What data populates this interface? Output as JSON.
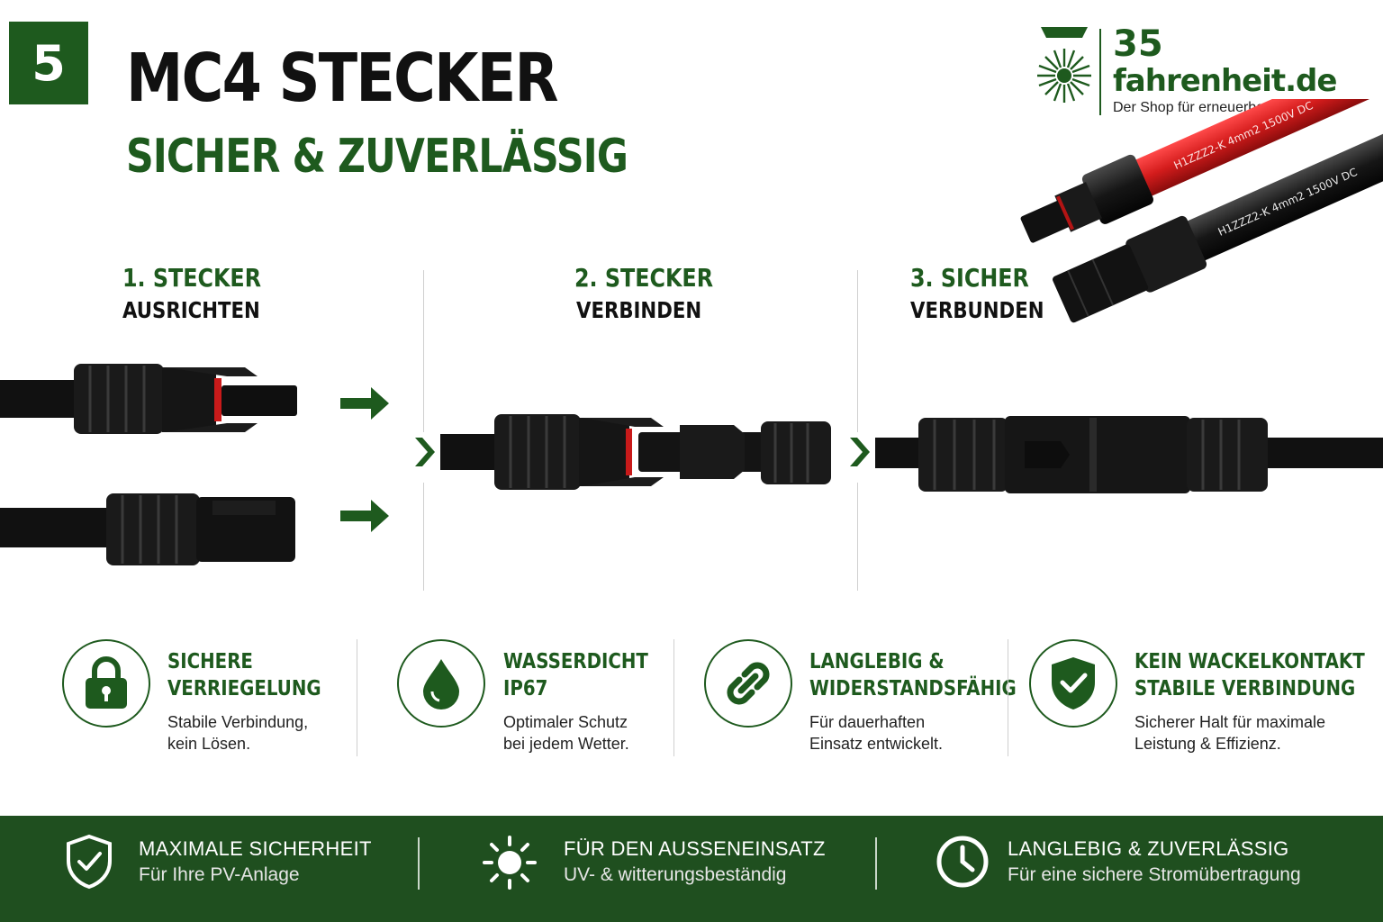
{
  "header": {
    "badge": "5",
    "title": "MC4 STECKER",
    "subtitle": "SICHER & ZUVERLÄSSIG"
  },
  "logo": {
    "number": "35",
    "name": "fahrenheit.de",
    "tagline": "Der Shop für erneuerbare Energie"
  },
  "cable_labels": {
    "red": "H1ZZZ2-K   4mm2   1500V DC",
    "black": "H1ZZZ2-K   4mm2   1500V DC"
  },
  "steps": [
    {
      "title": "1. STECKER",
      "subtitle": "AUSRICHTEN"
    },
    {
      "title": "2. STECKER",
      "subtitle": "VERBINDEN"
    },
    {
      "title": "3. SICHER",
      "subtitle": "VERBUNDEN"
    }
  ],
  "features": [
    {
      "icon": "lock-icon",
      "title1": "SICHERE",
      "title2": "VERRIEGELUNG",
      "desc1": "Stabile Verbindung,",
      "desc2": "kein Lösen."
    },
    {
      "icon": "water-drop-icon",
      "title1": "WASSERDICHT",
      "title2": "IP67",
      "desc1": "Optimaler Schutz",
      "desc2": "bei jedem Wetter."
    },
    {
      "icon": "chain-link-icon",
      "title1": "LANGLEBIG &",
      "title2": "WIDERSTANDSFÄHIG",
      "desc1": "Für dauerhaften",
      "desc2": "Einsatz entwickelt."
    },
    {
      "icon": "shield-check-icon",
      "title1": "KEIN WACKELKONTAKT",
      "title2": "STABILE VERBINDUNG",
      "desc1": "Sicherer Halt für maximale",
      "desc2": "Leistung & Effizienz."
    }
  ],
  "footer": [
    {
      "icon": "shield-check-icon",
      "title": "MAXIMALE SICHERHEIT",
      "subtitle": "Für Ihre PV-Anlage"
    },
    {
      "icon": "sun-icon",
      "title": "FÜR DEN AUSSENEINSATZ",
      "subtitle": "UV- & witterungsbeständig"
    },
    {
      "icon": "clock-icon",
      "title": "LANGLEBIG & ZUVERLÄSSIG",
      "subtitle": "Für eine sichere Stromübertragung"
    }
  ],
  "colors": {
    "brand_green": "#1e5a1e",
    "footer_green": "#1f4f1f",
    "cable_red": "#d21f1f",
    "connector_black": "#141414"
  }
}
